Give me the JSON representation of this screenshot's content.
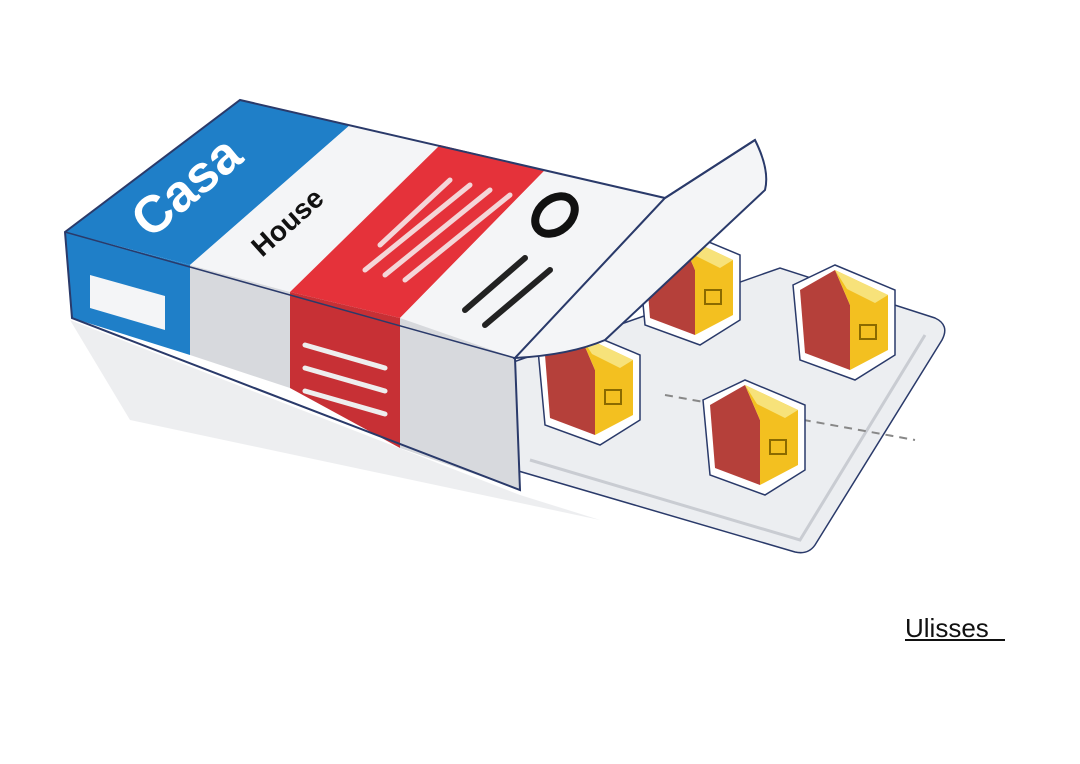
{
  "illustration": {
    "box_brand_text": "Casa",
    "box_sub_text": "House",
    "signature": "Ulisses",
    "colors": {
      "blue": "#1f7fc8",
      "red": "#e5323a",
      "white_panel": "#f4f5f7",
      "side_shade": "#d7d9dd",
      "outline": "#2a3a6a",
      "pill_yellow": "#f3c020",
      "pill_red": "#b5403a",
      "tray": "#eceef1"
    }
  }
}
